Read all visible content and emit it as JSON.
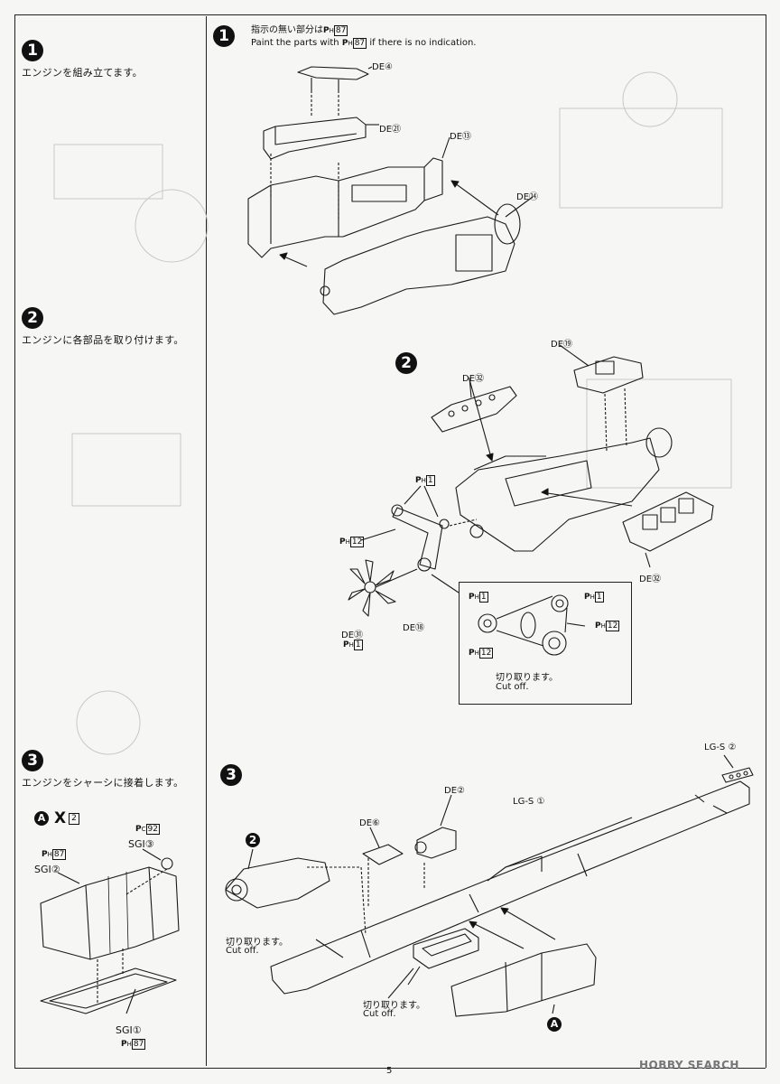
{
  "left": {
    "step1": {
      "num": "1",
      "text": "エンジンを組み立てます。"
    },
    "step2": {
      "num": "2",
      "text": "エンジンに各部品を取り付けます。"
    },
    "step3": {
      "num": "3",
      "text": "エンジンをシャーシに接着します。"
    },
    "tank": {
      "a_label": "A",
      "x_label": "X",
      "x_sub": "2",
      "pc92_prefix": "P",
      "pc92_sub": "C",
      "pc92": "92",
      "sgi3": "SGI③",
      "ph87_top_prefix": "P",
      "ph87_top_sub": "H",
      "ph87_top": "87",
      "sgi2": "SGI②",
      "sgi1": "SGI①",
      "ph87_bot_prefix": "P",
      "ph87_bot_sub": "H",
      "ph87_bot": "87"
    }
  },
  "right": {
    "step1": {
      "num": "1",
      "note_jp_prefix": "指示の無い部分は",
      "note_jp_p": "P",
      "note_jp_h": "H",
      "note_jp_box": "87",
      "note_en_prefix": "Paint the parts with",
      "note_en_p": "P",
      "note_en_h": "H",
      "note_en_box": "87",
      "note_en_suffix": "if there is no indication.",
      "labels": {
        "de4": "DE④",
        "de21": "DE㉑",
        "de13": "DE⑬",
        "de14": "DE⑭"
      }
    },
    "step2": {
      "num": "2",
      "labels": {
        "de19": "DE⑲",
        "de32a": "DE㉜",
        "de32b": "DE㉜",
        "ph1": "1",
        "ph12": "12",
        "de31": "DE㉛",
        "de31_ph": "1",
        "de18": "DE⑱",
        "p": "P",
        "h": "H"
      },
      "cutbox": {
        "ph1a": "1",
        "ph1b": "1",
        "ph12a": "12",
        "ph12b": "12",
        "cut_jp": "切り取ります。",
        "cut_en": "Cut off."
      }
    },
    "step3": {
      "num": "3",
      "labels": {
        "lgs2": "LG-S ②",
        "de2": "DE②",
        "lgs1": "LG-S ①",
        "de6": "DE⑥",
        "ref2": "2",
        "cut1_jp": "切り取ります。",
        "cut1_en": "Cut off.",
        "cut2_jp": "切り取ります。",
        "cut2_en": "Cut off.",
        "a": "A"
      }
    }
  },
  "footer": {
    "page": "5",
    "watermark": "HOBBY SEARCH"
  }
}
